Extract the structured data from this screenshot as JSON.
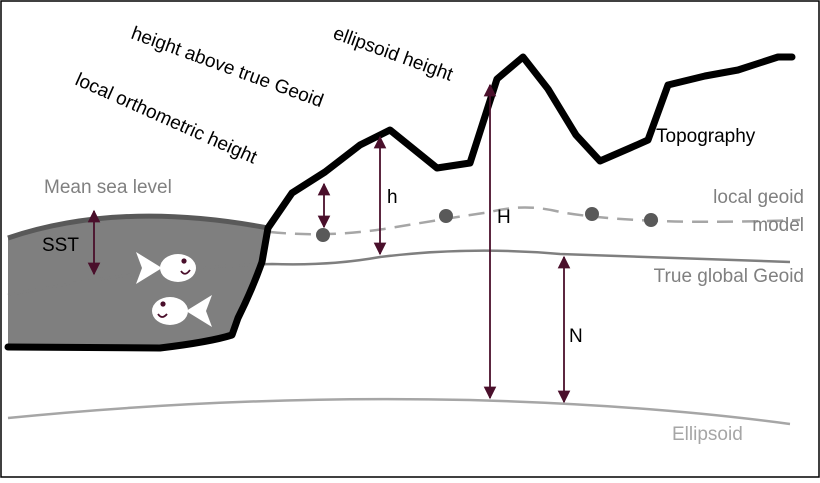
{
  "labels": {
    "height_above_true_geoid": "height above true Geoid",
    "ellipsoid_height": "ellipsoid height",
    "local_orthometric_height": "local orthometric height",
    "topography": "Topography",
    "mean_sea_level": "Mean sea level",
    "local_geoid_line1": "local geoid",
    "local_geoid_line2": "model",
    "sst": "SST",
    "h": "h",
    "H": "H",
    "true_global_geoid": "True global Geoid",
    "N": "N",
    "ellipsoid": "Ellipsoid"
  },
  "colors": {
    "sea_fill": "#7f7f7f",
    "ground_line": "#000000",
    "gray_text": "#808080",
    "arrow": "#4a0f2b",
    "geoid_line": "#7f7f7f",
    "dash_line": "#a6a6a6",
    "marker": "#595959",
    "ellipsoid_line": "#a6a6a6"
  }
}
